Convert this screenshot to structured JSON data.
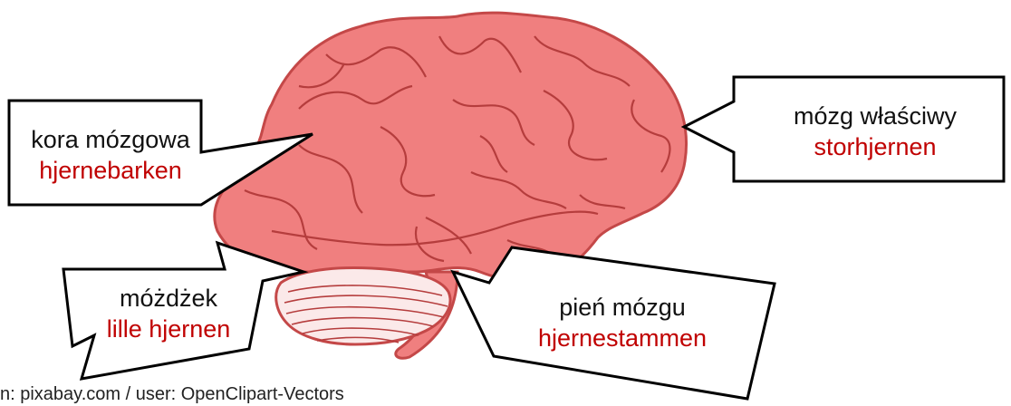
{
  "colors": {
    "brain_fill": "#f07f7f",
    "brain_outline": "#c44848",
    "fold_line": "#b53d3d",
    "cerebellum_fill": "#fbe9e9",
    "polish_text": "#111111",
    "norwegian_text": "#c00000",
    "callout_border": "#000000"
  },
  "labels": {
    "cortex": {
      "pl": "kora mózgowa",
      "no": "hjernebarken"
    },
    "cerebrum": {
      "pl": "mózg właściwy",
      "no": "storhjernen"
    },
    "cerebellum": {
      "pl": "móżdżek",
      "no": "lille hjernen"
    },
    "brainstem": {
      "pl": "pień mózgu",
      "no": "hjernestammen"
    }
  },
  "credit": "n: pixabay.com / user: OpenClipart-Vectors"
}
